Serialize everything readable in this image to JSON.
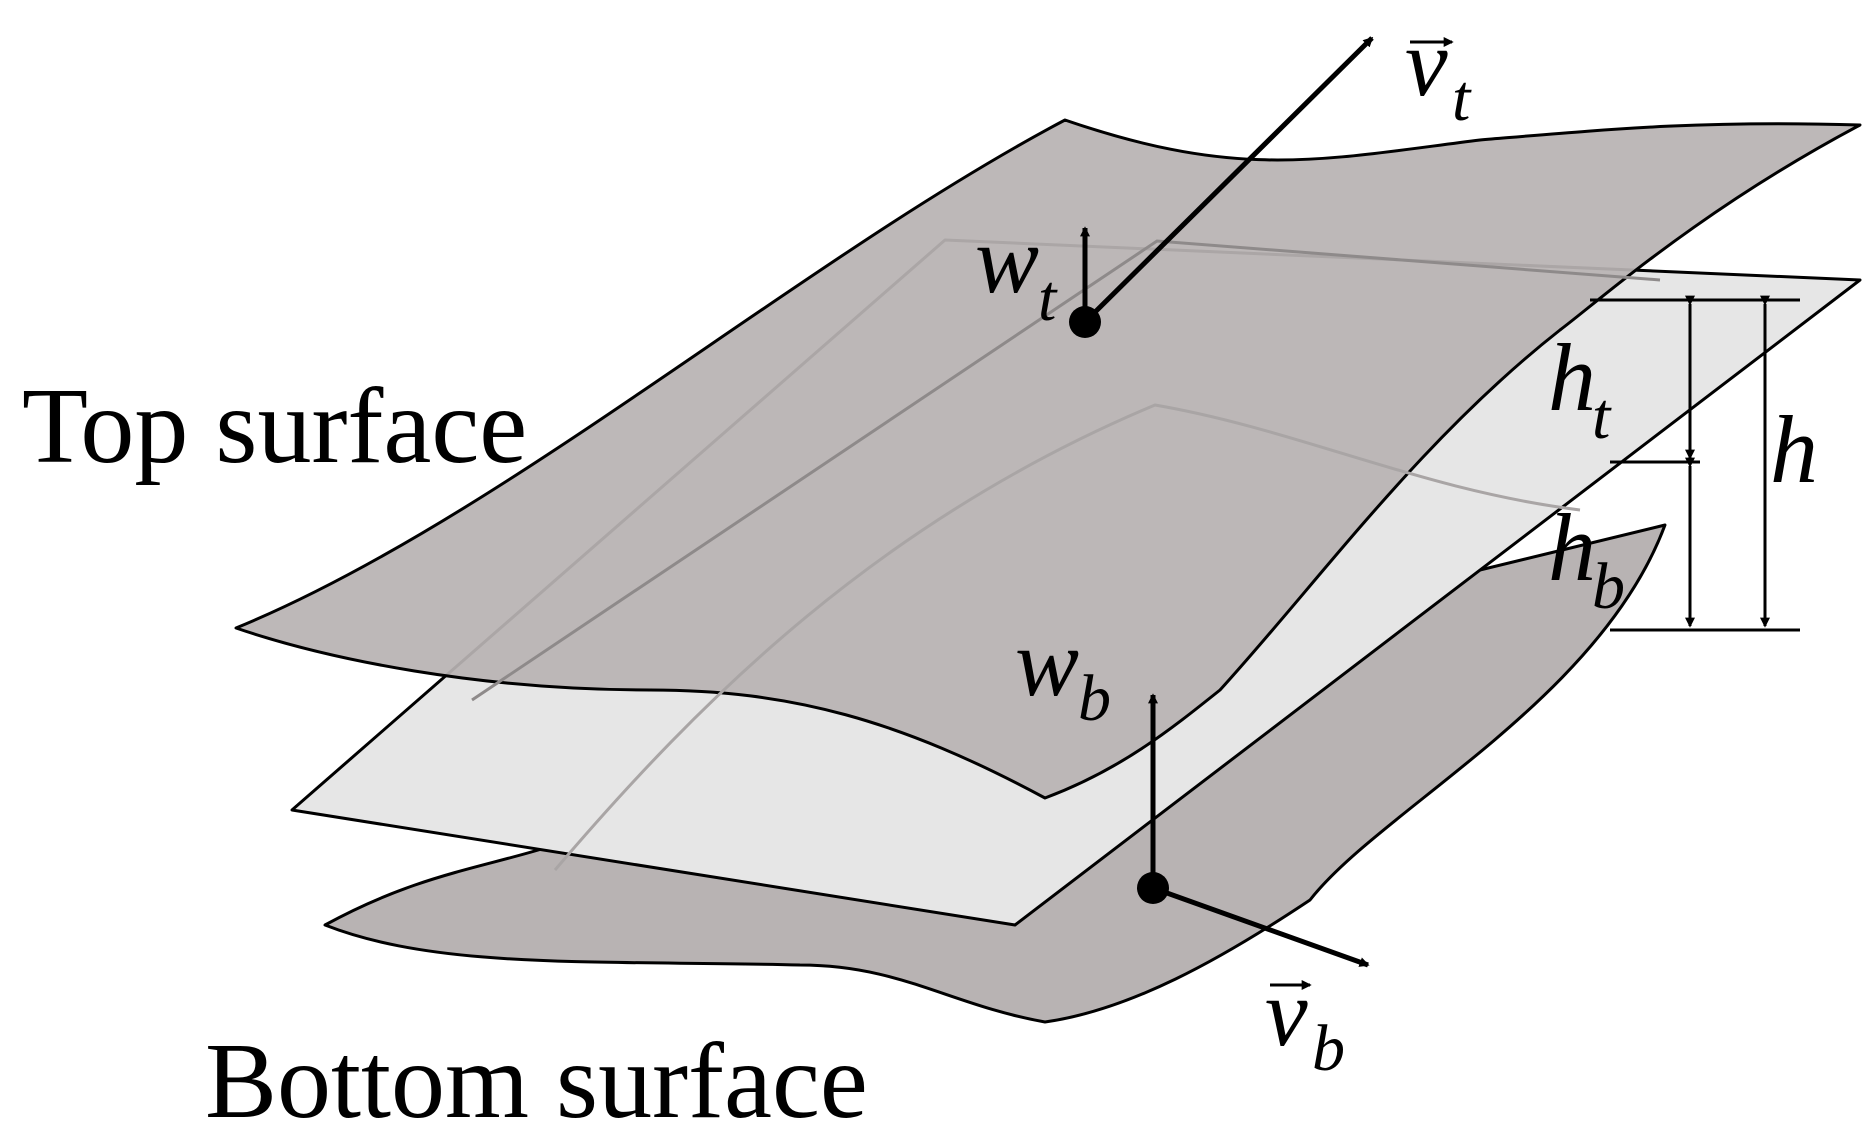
{
  "labels": {
    "top_surface": "Top surface",
    "bottom_surface": "Bottom surface",
    "h": "h",
    "h_t_base": "h",
    "h_t_sub": "t",
    "h_b_base": "h",
    "h_b_sub": "b",
    "w_t_base": "w",
    "w_t_sub": "t",
    "w_b_base": "w",
    "w_b_sub": "b",
    "v_t_base": "v",
    "v_t_sub": "t",
    "v_b_base": "v",
    "v_b_sub": "b"
  },
  "colors": {
    "surface_fill": "#b8b3b3",
    "mid_plane_fill": "#e6e6e6",
    "line": "#000000",
    "hidden_line": "#8e8a8a"
  }
}
